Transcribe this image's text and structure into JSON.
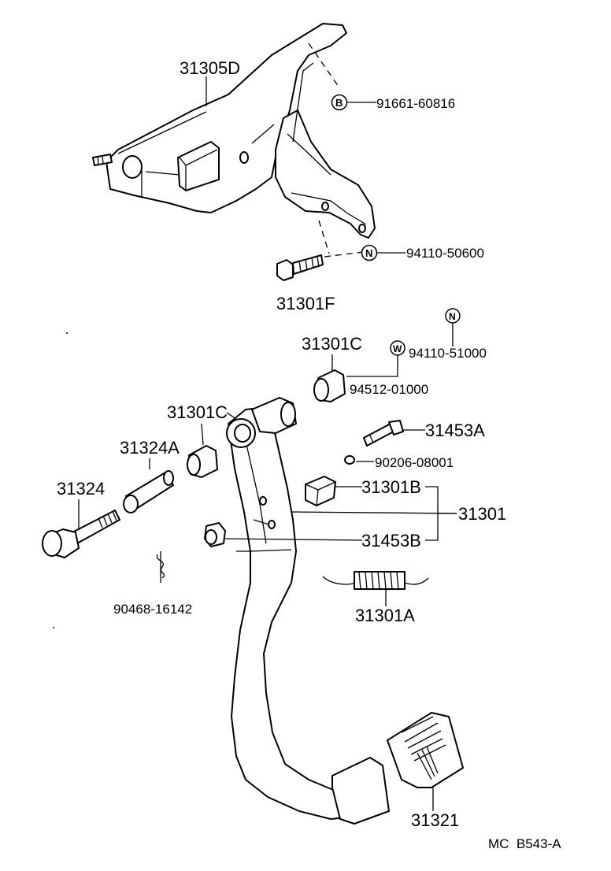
{
  "title_code": "MC  B543-A",
  "labels": {
    "bracket": "31305D",
    "bolt_b": "91661-60816",
    "nut_n_upper": "94110-50600",
    "bolt_f": "31301F",
    "bushing_c_upper": "31301C",
    "nut_n_lower": "94110-51000",
    "washer_w": "94512-01000",
    "bushing_c_left": "31301C",
    "pin_31453a": "31453A",
    "ring_90206": "90206-08001",
    "collar_31324a": "31324A",
    "shaft_31324": "31324",
    "stopper_31301b": "31301B",
    "pedal_assy": "31301",
    "stopper_31453b": "31453B",
    "clip_90468": "90468-16142",
    "spring_31301a": "31301A",
    "pad_31321": "31321"
  },
  "markers": {
    "b": "B",
    "n_upper": "N",
    "n_lower": "N",
    "w": "W"
  }
}
